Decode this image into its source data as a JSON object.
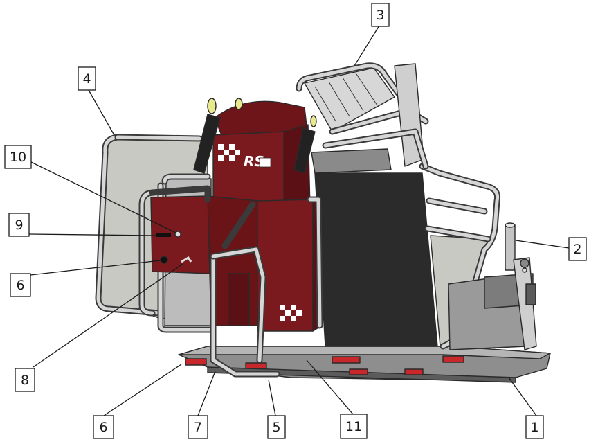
{
  "callouts": [
    {
      "id": "1",
      "label": "1"
    },
    {
      "id": "2",
      "label": "2"
    },
    {
      "id": "3",
      "label": "3"
    },
    {
      "id": "4",
      "label": "4"
    },
    {
      "id": "5",
      "label": "5"
    },
    {
      "id": "6a",
      "label": "6"
    },
    {
      "id": "6b",
      "label": "6"
    },
    {
      "id": "7",
      "label": "7"
    },
    {
      "id": "8",
      "label": "8"
    },
    {
      "id": "9",
      "label": "9"
    },
    {
      "id": "10",
      "label": "10"
    },
    {
      "id": "11",
      "label": "11"
    }
  ],
  "logo_text": "RS",
  "colors": {
    "body_red": "#7a1a1e",
    "body_red_dark": "#5a1014",
    "panel_grey": "#c9c9c4",
    "frame_steel": "#b8b8b8",
    "floor_dark": "#2b2b2b",
    "reflector": "#c8282c"
  }
}
